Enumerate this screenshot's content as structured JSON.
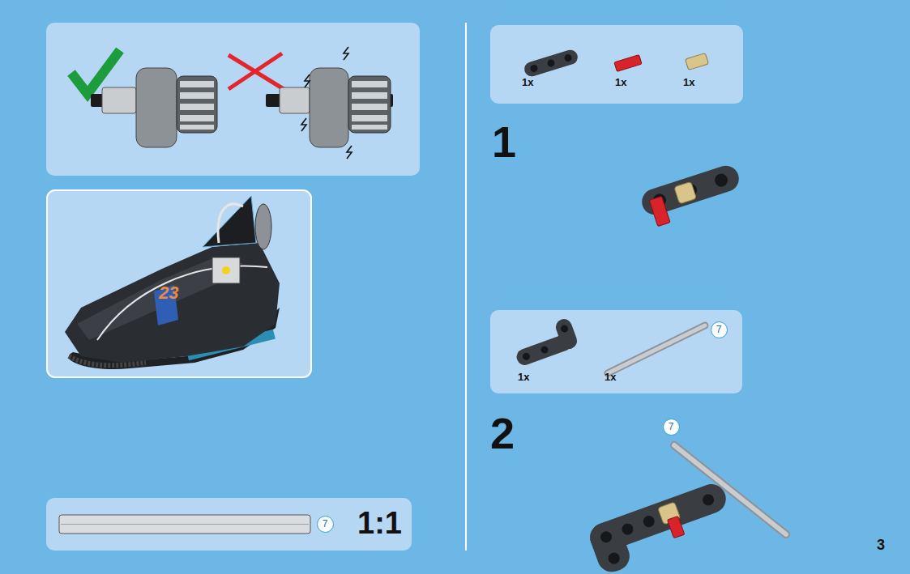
{
  "diagram": {
    "nodes": [
      {
        "text": [
          "1:1"
        ]
      },
      {
        "text": [
          "7"
        ],
        "in": 0
      },
      {
        "text": [
          "1x",
          "1x",
          "1x"
        ]
      },
      {
        "text": [
          "1x",
          "1x"
        ]
      },
      {
        "text": [
          "7"
        ],
        "in": 3
      },
      {
        "text": [
          "7"
        ]
      }
    ],
    "labels": [
      "23",
      "1",
      "2",
      "3"
    ]
  }
}
